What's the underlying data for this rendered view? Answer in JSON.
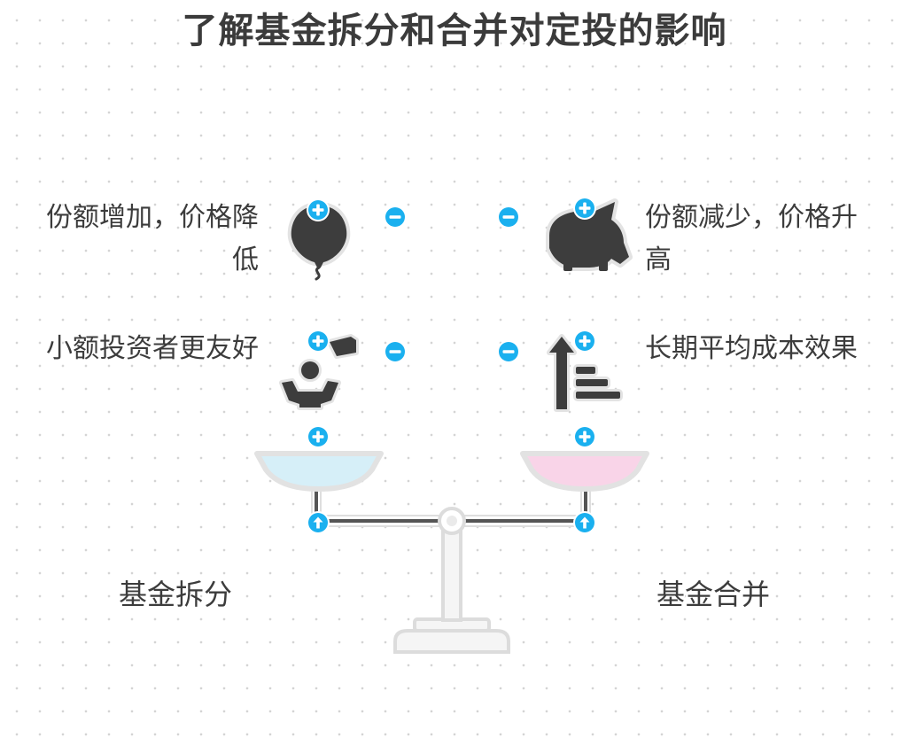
{
  "title": "了解基金拆分和合并对定投的影响",
  "left": {
    "caption": "基金拆分",
    "items": [
      {
        "text": "份额增加，价格降低",
        "icon": "balloon-icon"
      },
      {
        "text": "小额投资者更友好",
        "icon": "person-receiving-coin-icon"
      }
    ]
  },
  "right": {
    "caption": "基金合并",
    "items": [
      {
        "text": "份额减少，价格升高",
        "icon": "piggy-bank-icon"
      },
      {
        "text": "长期平均成本效果",
        "icon": "ascending-bars-icon"
      }
    ]
  },
  "colors": {
    "accent": "#1ab0ef",
    "icon": "#3d3d3d",
    "left_pan": "#d6eff8",
    "right_pan": "#f9d4e8",
    "scale": "#dedede"
  }
}
